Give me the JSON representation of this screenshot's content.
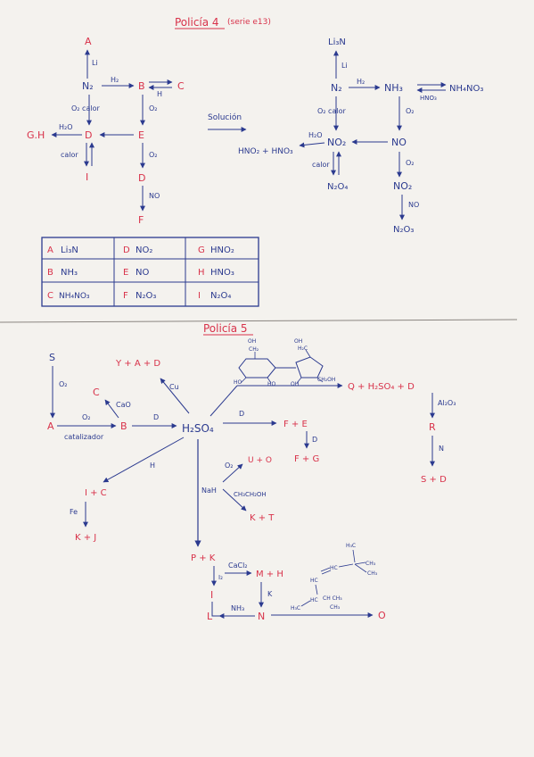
{
  "colors": {
    "paper": "#f4f2ee",
    "ink_blue": "#2b3a8f",
    "ink_red": "#d8324a",
    "rule": "#8a8580"
  },
  "policia4": {
    "title": "Policía 4",
    "title_note": "(serie e13)",
    "problem": {
      "A": "A",
      "li_up": "Li",
      "N2": "N₂",
      "H2_label": "H₂",
      "B": "B",
      "H_label": "H",
      "C": "C",
      "O2_calor": "O₂ calor",
      "O2": "O₂",
      "GH": "G.H",
      "H2O": "H₂O",
      "D": "D",
      "E": "E",
      "calor": "calor",
      "I": "I",
      "O2_b": "O₂",
      "D2": "D",
      "NO_label": "NO",
      "F": "F"
    },
    "solution_label": "Solución",
    "solution": {
      "Li3N": "Li₃N",
      "li_up": "Li",
      "N2": "N₂",
      "H2_label": "H₂",
      "NH3": "NH₃",
      "HNO3_label": "HNO₃",
      "NH4NO3": "NH₄NO₃",
      "O2_calor": "O₂ calor",
      "O2": "O₂",
      "H2O": "H₂O",
      "HNO2_HNO3": "HNO₂ + HNO₃",
      "NO2": "NO₂",
      "NO": "NO",
      "calor": "calor",
      "N2O4": "N₂O₄",
      "O2_b": "O₂",
      "NO2_b": "NO₂",
      "NO_label": "NO",
      "N2O3": "N₂O₃"
    },
    "table": [
      [
        {
          "k": "A",
          "v": "Li₃N"
        },
        {
          "k": "D",
          "v": "NO₂"
        },
        {
          "k": "G",
          "v": "HNO₂"
        }
      ],
      [
        {
          "k": "B",
          "v": "NH₃"
        },
        {
          "k": "E",
          "v": "NO"
        },
        {
          "k": "H",
          "v": "HNO₃"
        }
      ],
      [
        {
          "k": "C",
          "v": "NH₄NO₃"
        },
        {
          "k": "F",
          "v": "N₂O₃"
        },
        {
          "k": "I",
          "v": "N₂O₄"
        }
      ]
    ]
  },
  "policia5": {
    "title": "Policía 5",
    "S": "S",
    "O2": "O₂",
    "A": "A",
    "catalizador": "catalizador",
    "C": "C",
    "CaO": "CaO",
    "O2_b": "O₂",
    "B": "B",
    "D_label": "D",
    "YAD": "Y + A + D",
    "Cu": "Cu",
    "H2SO4": "H₂SO₄",
    "sugar_OH1": "OH",
    "sugar_CH2a": "CH₂",
    "sugar_OH2": "OH",
    "sugar_H2C": "H₂C",
    "sugar_HO1": "HO",
    "sugar_HO2": "HO",
    "sugar_OH3": "OH",
    "sugar_CH2OH": "CH₂OH",
    "Q_eq": "Q + H₂SO₄ + D",
    "Al2O3": "Al₂O₃",
    "R": "R",
    "N_label": "N",
    "SD": "S + D",
    "D_label2": "D",
    "FE": "F + E",
    "D_label3": "D",
    "FG": "F + G",
    "H_label": "H",
    "IC": "I + C",
    "Fe": "Fe",
    "KJ": "K + J",
    "O2_c": "O₂",
    "UHO": "U + O",
    "NaH": "NaH",
    "CH3CH2OH": "CH₃CH₂OH",
    "KT": "K + T",
    "PK": "P + K",
    "CaCl2": "CaCl₂",
    "MH": "M + H",
    "I2": "I₂",
    "I": "I",
    "K_label": "K",
    "L": "L",
    "NH3": "NH₃",
    "N": "N",
    "O": "O",
    "alkyl_H3C_top": "H₃C",
    "alkyl_HC1": "HC",
    "alkyl_HC2": "HC",
    "alkyl_CH3a": "CH₃",
    "alkyl_CH3b": "CH₃",
    "alkyl_HC3": "HC",
    "alkyl_CH_CH3": "CH CH₃",
    "alkyl_H3C_left": "H₃C",
    "alkyl_CH3c": "CH₃"
  }
}
